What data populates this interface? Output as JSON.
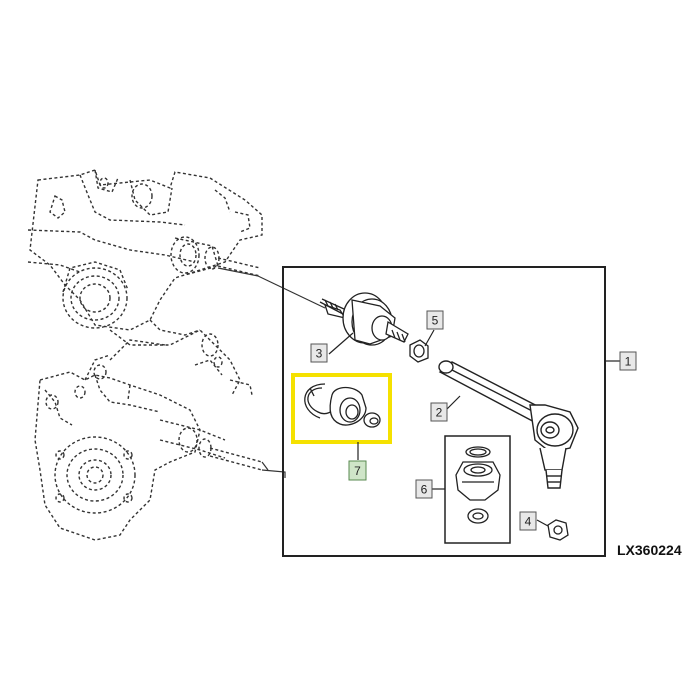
{
  "diagram": {
    "drawing_number": "LX360224",
    "callouts": [
      {
        "id": "callout-1",
        "label": "1"
      },
      {
        "id": "callout-2",
        "label": "2"
      },
      {
        "id": "callout-3",
        "label": "3"
      },
      {
        "id": "callout-4",
        "label": "4"
      },
      {
        "id": "callout-5",
        "label": "5"
      },
      {
        "id": "callout-6",
        "label": "6"
      },
      {
        "id": "callout-7",
        "label": "7"
      }
    ],
    "highlight_color": "#f5e100",
    "callout_fill": "#e8e8e8",
    "highlight_callout_fill": "#cfe5c8"
  }
}
